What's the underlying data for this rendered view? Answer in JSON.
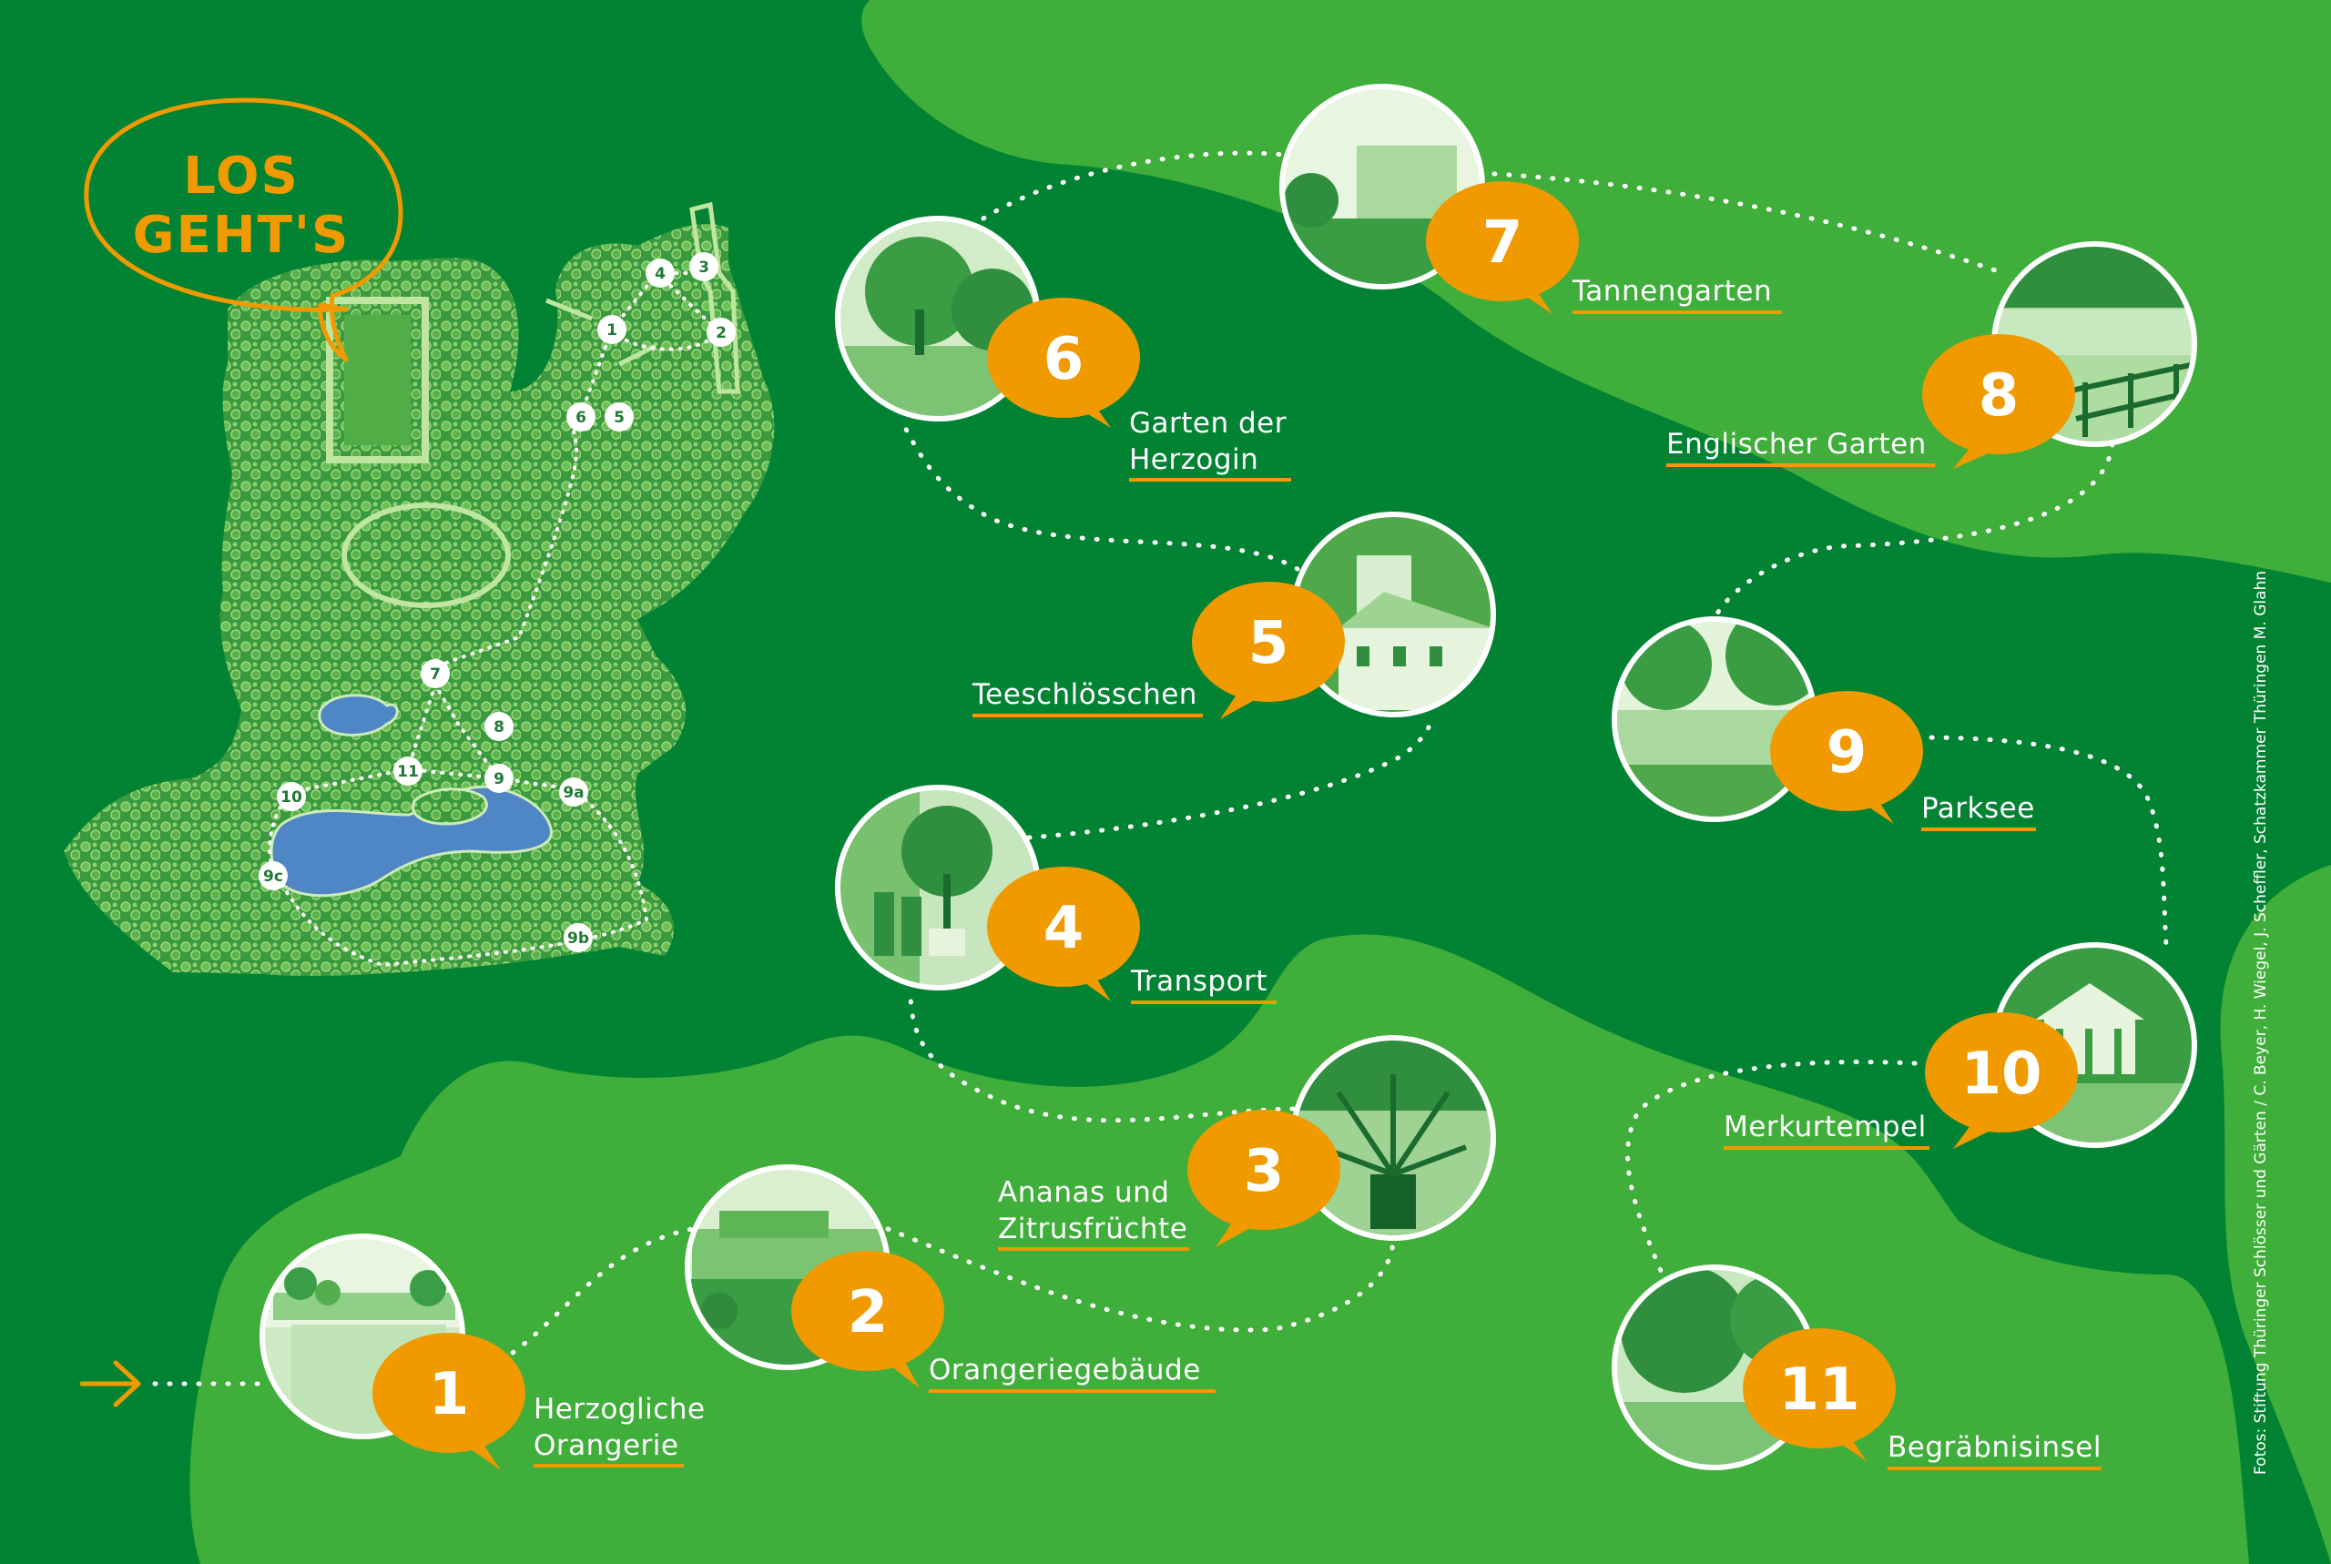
{
  "title": {
    "line1": "LOS",
    "line2": "GEHT'S"
  },
  "credit": "Fotos: Stiftung Thüringer Schlösser und Gärten / C. Beyer, H. Wiegel, J. Scheffler, Schatzkammer Thüringen M. Glahn",
  "colors": {
    "background": "#028334",
    "light_green": "#3fae3a",
    "accent_orange": "#f09a00",
    "lake_blue": "#4f86c6",
    "route_dots": "#ffffff"
  },
  "stops": [
    {
      "number": "1",
      "label_lines": [
        "Herzogliche",
        "Orangerie"
      ]
    },
    {
      "number": "2",
      "label_lines": [
        "Orangeriegebäude"
      ]
    },
    {
      "number": "3",
      "label_lines": [
        "Ananas und",
        "Zitrusfrüchte"
      ]
    },
    {
      "number": "4",
      "label_lines": [
        "Transport"
      ]
    },
    {
      "number": "5",
      "label_lines": [
        "Teeschlösschen"
      ]
    },
    {
      "number": "6",
      "label_lines": [
        "Garten der",
        "Herzogin"
      ]
    },
    {
      "number": "7",
      "label_lines": [
        "Tannengarten"
      ]
    },
    {
      "number": "8",
      "label_lines": [
        "Englischer Garten"
      ]
    },
    {
      "number": "9",
      "label_lines": [
        "Parksee"
      ]
    },
    {
      "number": "10",
      "label_lines": [
        "Merkurtempel"
      ]
    },
    {
      "number": "11",
      "label_lines": [
        "Begräbnisinsel"
      ]
    }
  ],
  "minimap_markers": [
    "1",
    "2",
    "3",
    "4",
    "5",
    "6",
    "7",
    "8",
    "9",
    "9a",
    "9b",
    "9c",
    "10",
    "11"
  ],
  "icons": {
    "start": "arrow-right-icon"
  }
}
